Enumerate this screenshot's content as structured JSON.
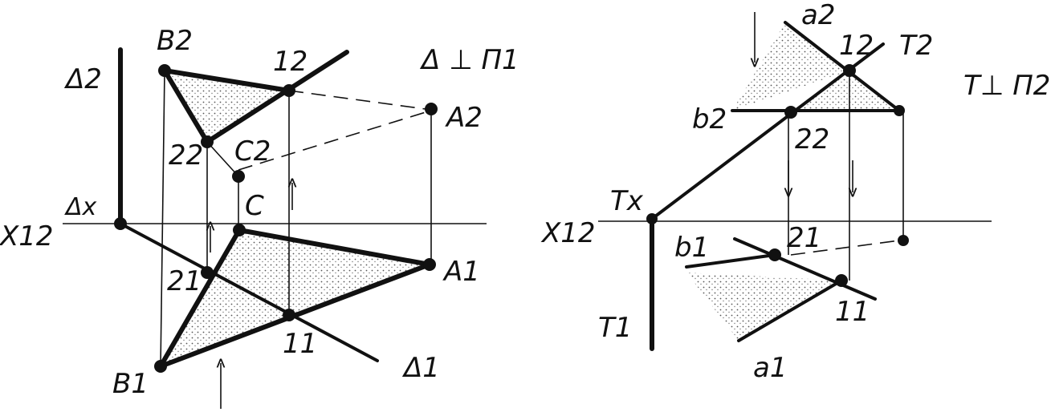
{
  "left_figure": {
    "condition": "Δ ⊥ Π1",
    "labels": {
      "delta2": "Δ2",
      "deltax": "Δx",
      "delta1": "Δ1",
      "axis": "X12",
      "B2": "B2",
      "one2": "12",
      "two2": "22",
      "C2": "C2",
      "A2": "A2",
      "C": "C",
      "two1": "21",
      "A1": "A1",
      "one1": "11",
      "B1": "B1"
    }
  },
  "right_figure": {
    "condition": "T⊥ Π2",
    "labels": {
      "a2": "a2",
      "one2": "12",
      "T2": "T2",
      "b2": "b2",
      "two2": "22",
      "Tx": "Tx",
      "axis": "X12",
      "b1": "b1",
      "two1": "21",
      "one1": "11",
      "T1": "T1",
      "a1": "a1"
    }
  }
}
